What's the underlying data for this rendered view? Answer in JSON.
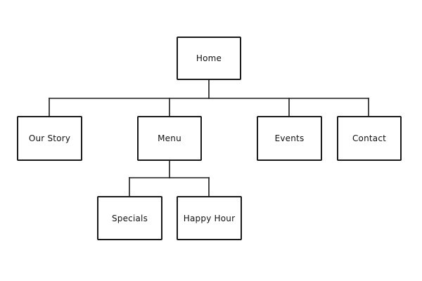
{
  "sitemap": {
    "root": {
      "label": "Home"
    },
    "children": [
      {
        "label": "Our Story"
      },
      {
        "label": "Menu",
        "children": [
          {
            "label": "Specials"
          },
          {
            "label": "Happy Hour"
          }
        ]
      },
      {
        "label": "Events"
      },
      {
        "label": "Contact"
      }
    ]
  },
  "colors": {
    "line": "#1a1a1a",
    "box_fill": "#ffffff",
    "background": "#ffffff"
  }
}
